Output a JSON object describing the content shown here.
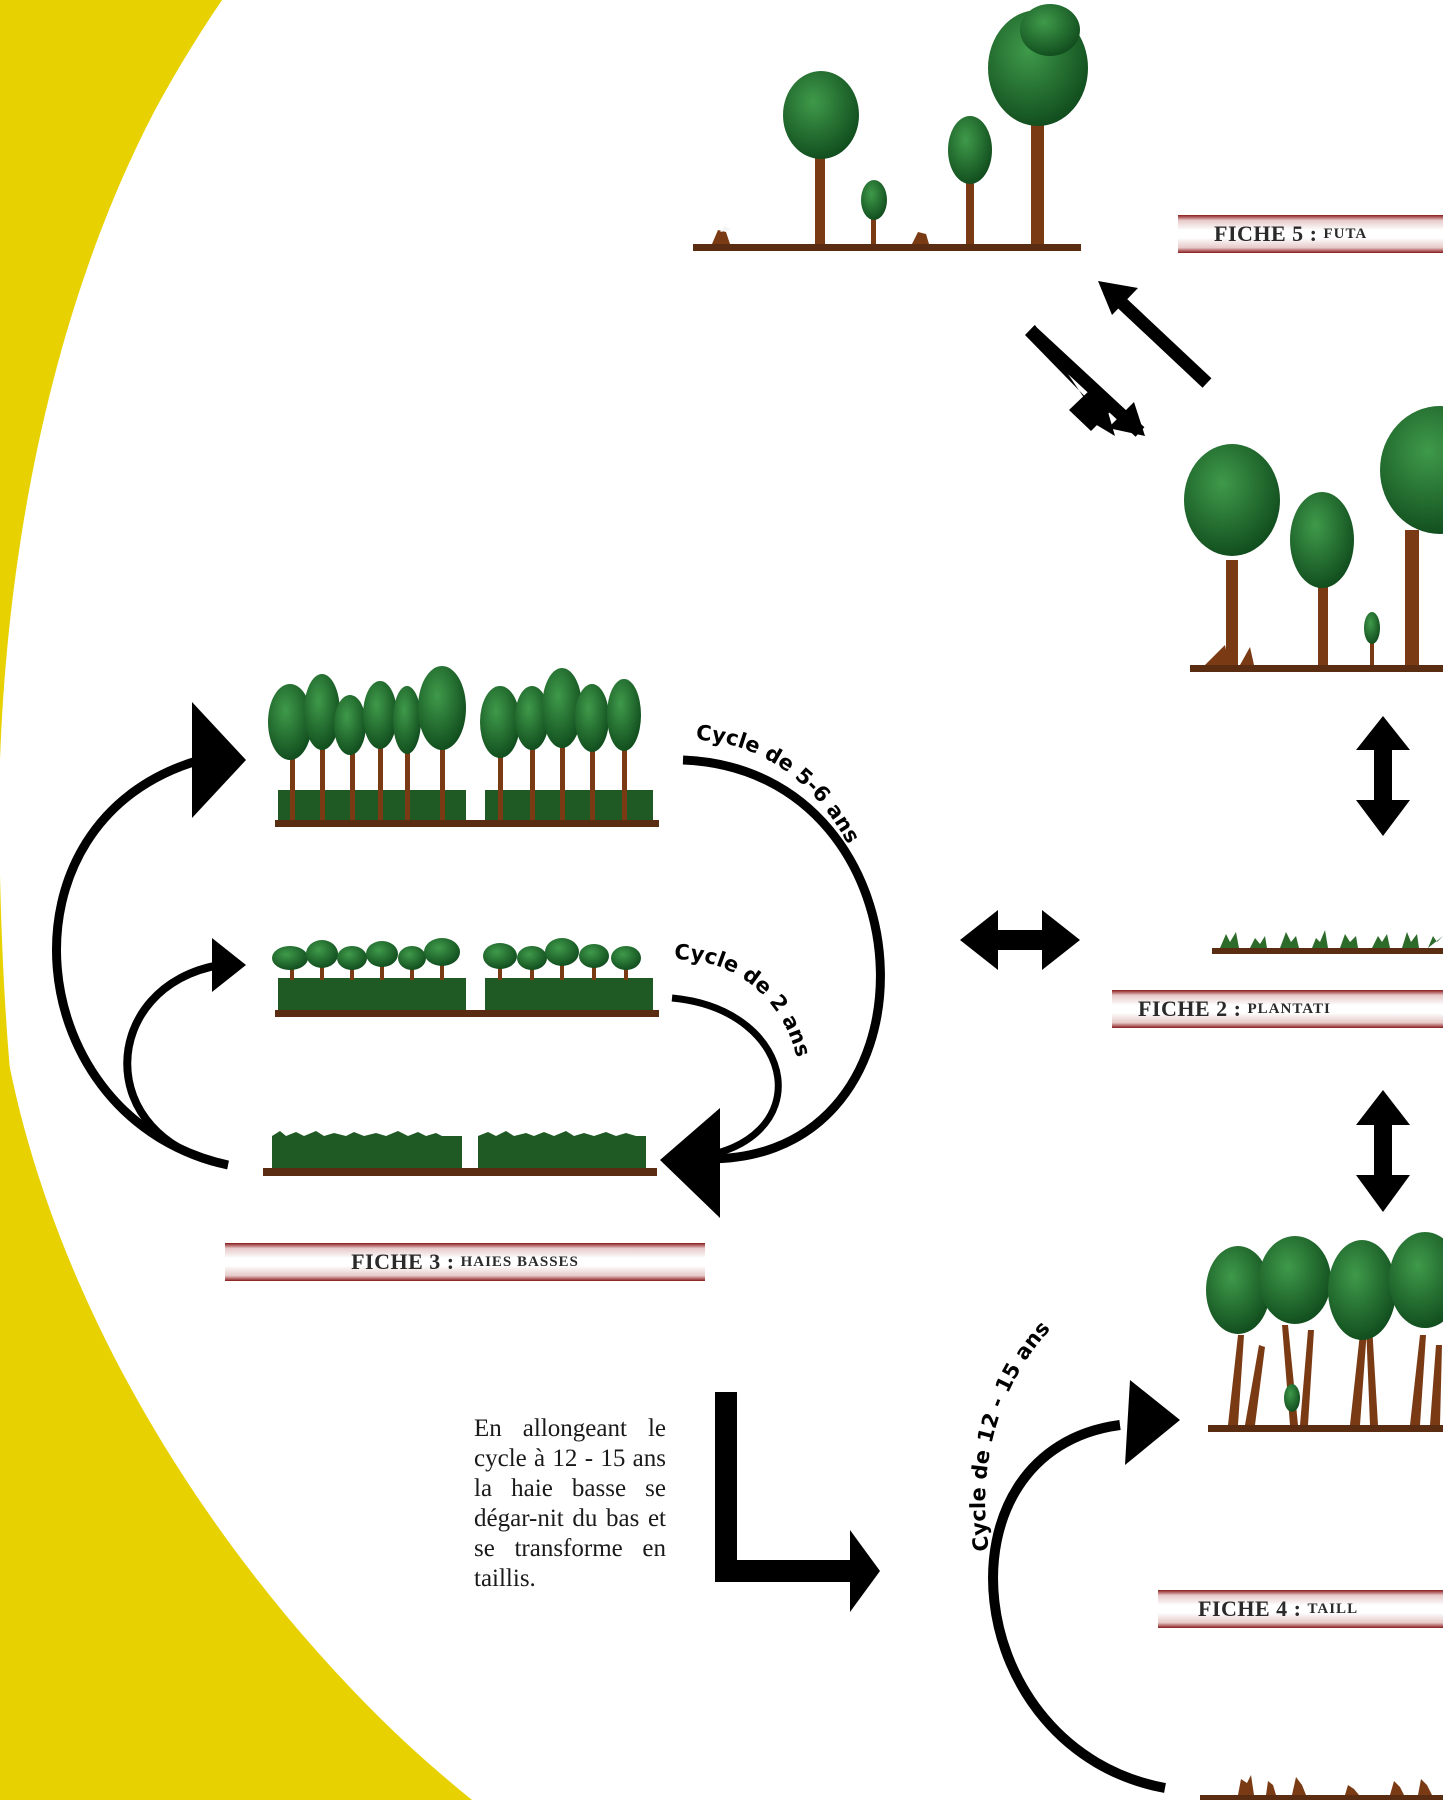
{
  "cards": {
    "fiche5": {
      "label": "FICHE 5 :",
      "rest": "FUTA"
    },
    "fiche2": {
      "label": "FICHE 2 :",
      "rest": "PLANTATI"
    },
    "fiche3": {
      "label": "FICHE 3 :",
      "rest": "HAIES BASSES"
    },
    "fiche4": {
      "label": "FICHE 4 :",
      "rest": "TAILL"
    }
  },
  "cycles": {
    "c56": "Cycle de 5-6 ans",
    "c2": "Cycle de 2 ans",
    "c1215": "Cycle de 12 - 15 ans"
  },
  "note": "En allongeant le cycle à 12 - 15 ans la haie basse se dégar-nit du bas et se transforme en taillis.",
  "colors": {
    "yellow": "#e8d100",
    "trunk": "#7a3b14",
    "leaf": "#1f6b2d",
    "ground": "#5a2c12",
    "arrow": "#000000"
  }
}
